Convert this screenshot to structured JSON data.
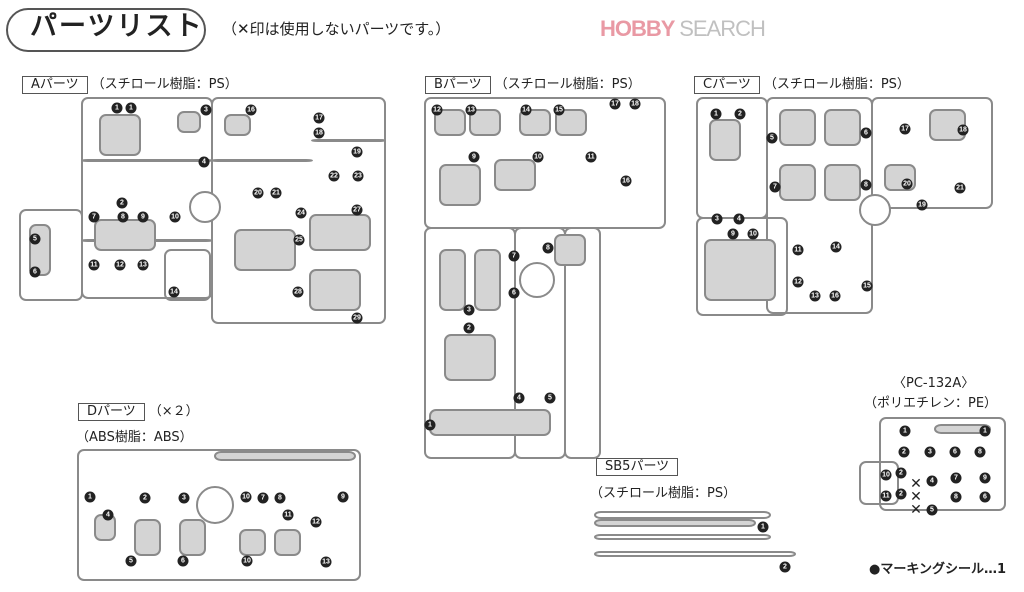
{
  "watermark": {
    "brand_a": "HOBBY",
    "brand_b": "SEARCH"
  },
  "header": {
    "title": "パーツリスト",
    "note": "（✕印は使用しないパーツです。）"
  },
  "sections": {
    "A": {
      "label": "Aパーツ",
      "material": "（スチロール樹脂：PS）",
      "numbers": [
        "1",
        "1",
        "3",
        "16",
        "17",
        "18",
        "19",
        "4",
        "22",
        "23",
        "20",
        "21",
        "2",
        "7",
        "8",
        "9",
        "10",
        "24",
        "27",
        "5",
        "25",
        "6",
        "11",
        "12",
        "13",
        "14",
        "28",
        "29"
      ]
    },
    "B": {
      "label": "Bパーツ",
      "material": "（スチロール樹脂：PS）",
      "numbers": [
        "12",
        "13",
        "14",
        "15",
        "17",
        "18",
        "9",
        "10",
        "11",
        "16",
        "8",
        "7",
        "6",
        "3",
        "2",
        "4",
        "5",
        "1"
      ]
    },
    "C": {
      "label": "Cパーツ",
      "material": "（スチロール樹脂：PS）",
      "numbers": [
        "1",
        "2",
        "5",
        "6",
        "17",
        "18",
        "7",
        "8",
        "20",
        "21",
        "19",
        "3",
        "4",
        "9",
        "10",
        "11",
        "14",
        "12",
        "13",
        "16",
        "15"
      ]
    },
    "D": {
      "label": "Dパーツ",
      "multiplier": "（×２）",
      "material": "（ABS樹脂：ABS）",
      "numbers": [
        "1",
        "2",
        "3",
        "10",
        "7",
        "8",
        "9",
        "11",
        "4",
        "12",
        "5",
        "6",
        "10",
        "13"
      ]
    },
    "SB5": {
      "label": "SB5パーツ",
      "material": "（スチロール樹脂：PS）",
      "numbers": [
        "1",
        "2"
      ]
    },
    "PC": {
      "label": "〈PC-132A〉",
      "material": "（ポリエチレン：PE）",
      "numbers": [
        "1",
        "1",
        "2",
        "3",
        "6",
        "8",
        "10",
        "2",
        "4",
        "7",
        "9",
        "11",
        "2",
        "5",
        "8",
        "6"
      ],
      "unused_marks": [
        "✕",
        "✕",
        "✕"
      ]
    }
  },
  "footer": {
    "marking": "●マーキングシール…1"
  }
}
